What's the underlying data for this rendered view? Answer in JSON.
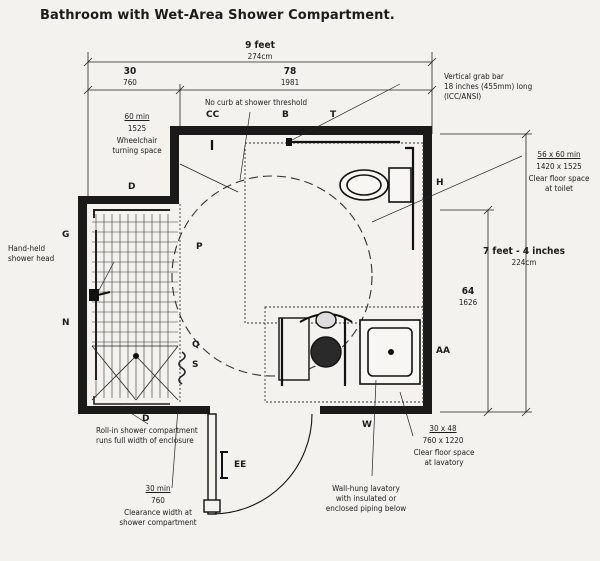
{
  "title": "Bathroom with Wet-Area Shower Compartment.",
  "dimensions": {
    "overall_ft": "9 feet",
    "overall_cm": "274cm",
    "left_in": "30",
    "left_mm": "760",
    "right_in": "78",
    "right_mm": "1981",
    "height_ft": "7 feet - 4 inches",
    "height_cm": "224cm",
    "sub_height_in": "64",
    "sub_height_mm": "1626"
  },
  "labels": {
    "no_curb": "No curb at shower threshold",
    "grab_bar": "Vertical grab bar\n18 inches (455mm) long\n(ICC/ANSI)",
    "turning_min": "60 min",
    "turning_mm": "1525",
    "turning_text": "Wheelchair\nturning space",
    "toilet_min": "56 x 60 min",
    "toilet_mm": "1420 x 1525",
    "toilet_text": "Clear floor space\nat toilet",
    "handheld": "Hand-held\nshower head",
    "rollin": "Roll-in shower compartment\nruns full width of enclosure",
    "clear_width_min": "30 min",
    "clear_width_mm": "760",
    "clear_width_text": "Clearance width at\nshower compartment",
    "lav_dims": "30 x 48",
    "lav_mm": "760 x 1220",
    "lav_text": "Clear floor space\nat lavatory",
    "lavatory": "Wall-hung lavatory\nwith insulated or\nenclosed piping below"
  },
  "letters": {
    "cc": "CC",
    "b": "B",
    "t": "T",
    "d_top": "D",
    "h": "H",
    "g": "G",
    "n": "N",
    "p": "P",
    "q": "Q",
    "s": "S",
    "d_bot": "D",
    "w": "W",
    "aa": "AA",
    "ee": "EE"
  }
}
